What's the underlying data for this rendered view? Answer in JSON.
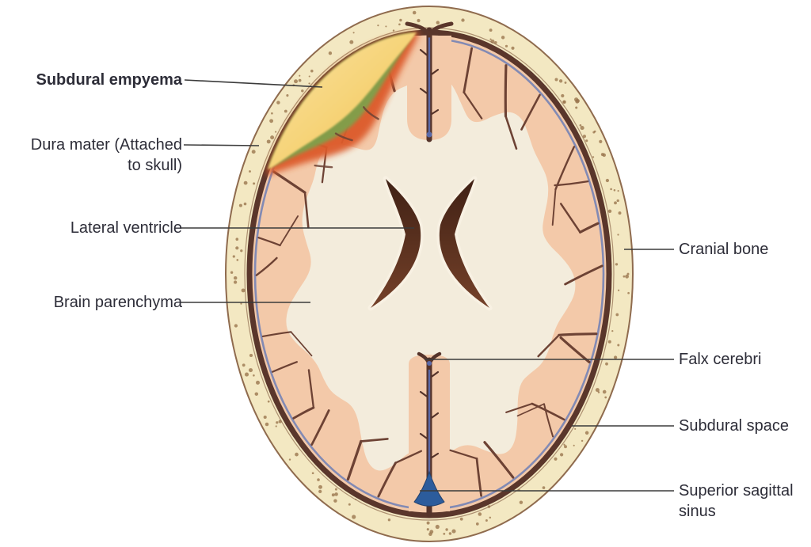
{
  "labels": {
    "subdural_empyema": "Subdural empyema",
    "dura_mater": "Dura mater (Attached\nto skull)",
    "lateral_ventricle": "Lateral ventricle",
    "brain_parenchyma": "Brain parenchyma",
    "cranial_bone": "Cranial bone",
    "falx_cerebri": "Falx cerebri",
    "subdural_space": "Subdural space",
    "superior_sagittal_sinus": "Superior sagittal\nsinus"
  },
  "colors": {
    "background": "#ffffff",
    "bone_fill": "#f3e8c2",
    "bone_speckle": "#9a764e",
    "bone_outline": "#8f6b4e",
    "dura": "#5a362b",
    "subdural_blue": "#7583b5",
    "cortex": "#f3c9a9",
    "white_matter": "#f3ecdc",
    "sulcus": "#6d4234",
    "ventricle_dark": "#402115",
    "ventricle_light": "#754129",
    "falx": "#55332a",
    "falx_blue": "#5a69a8",
    "sinus_blue": "#2c5c9c",
    "empyema_yellow": "#f6d275",
    "empyema_yellow_light": "#fae4a4",
    "empyema_green": "#7fa04b",
    "empyema_red": "#dc5a2a",
    "label_text": "#2d2d38",
    "leader_line": "#3b3b3b"
  }
}
